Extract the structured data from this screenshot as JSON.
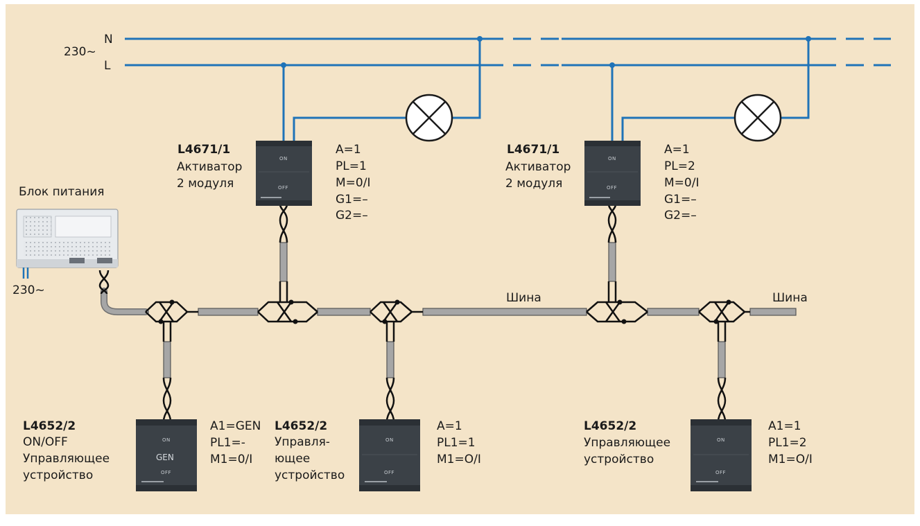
{
  "mains": {
    "voltage_top": "230~",
    "n_label": "N",
    "l_label": "L"
  },
  "power_supply": {
    "title": "Блок питания",
    "voltage": "230~"
  },
  "bus_labels": [
    "Шина",
    "Шина"
  ],
  "actuators": [
    {
      "code": "L4671/1",
      "line1": "Активатор",
      "line2": "2 модуля",
      "config": [
        "A=1",
        "PL=1",
        "M=0/I",
        "G1=–",
        "G2=–"
      ]
    },
    {
      "code": "L4671/1",
      "line1": "Активатор",
      "line2": "2 модуля",
      "config": [
        "A=1",
        "PL=2",
        "M=0/I",
        "G1=–",
        "G2=–"
      ]
    }
  ],
  "controls": [
    {
      "code": "L4652/2",
      "lines": [
        "ON/OFF",
        "Управляющее",
        "устройство"
      ],
      "config": [
        "A1=GEN",
        "PL1=-",
        "M1=0/I"
      ]
    },
    {
      "code": "L4652/2",
      "lines": [
        "Управля-",
        "ющее",
        "устройство"
      ],
      "config": [
        "A=1",
        "PL1=1",
        "M1=O/I"
      ]
    },
    {
      "code": "L4652/2",
      "lines": [
        "Управляющее",
        "устройство"
      ],
      "config": [
        "A1=1",
        "PL1=2",
        "M1=O/I"
      ]
    }
  ],
  "device_face": {
    "on": "ON",
    "off": "OFF",
    "gen": "GEN"
  },
  "colors": {
    "background": "#f4e4c8",
    "wire_blue": "#1f73b8",
    "bus_cable": "#9a9a9a",
    "device_body": "#3b4147"
  }
}
